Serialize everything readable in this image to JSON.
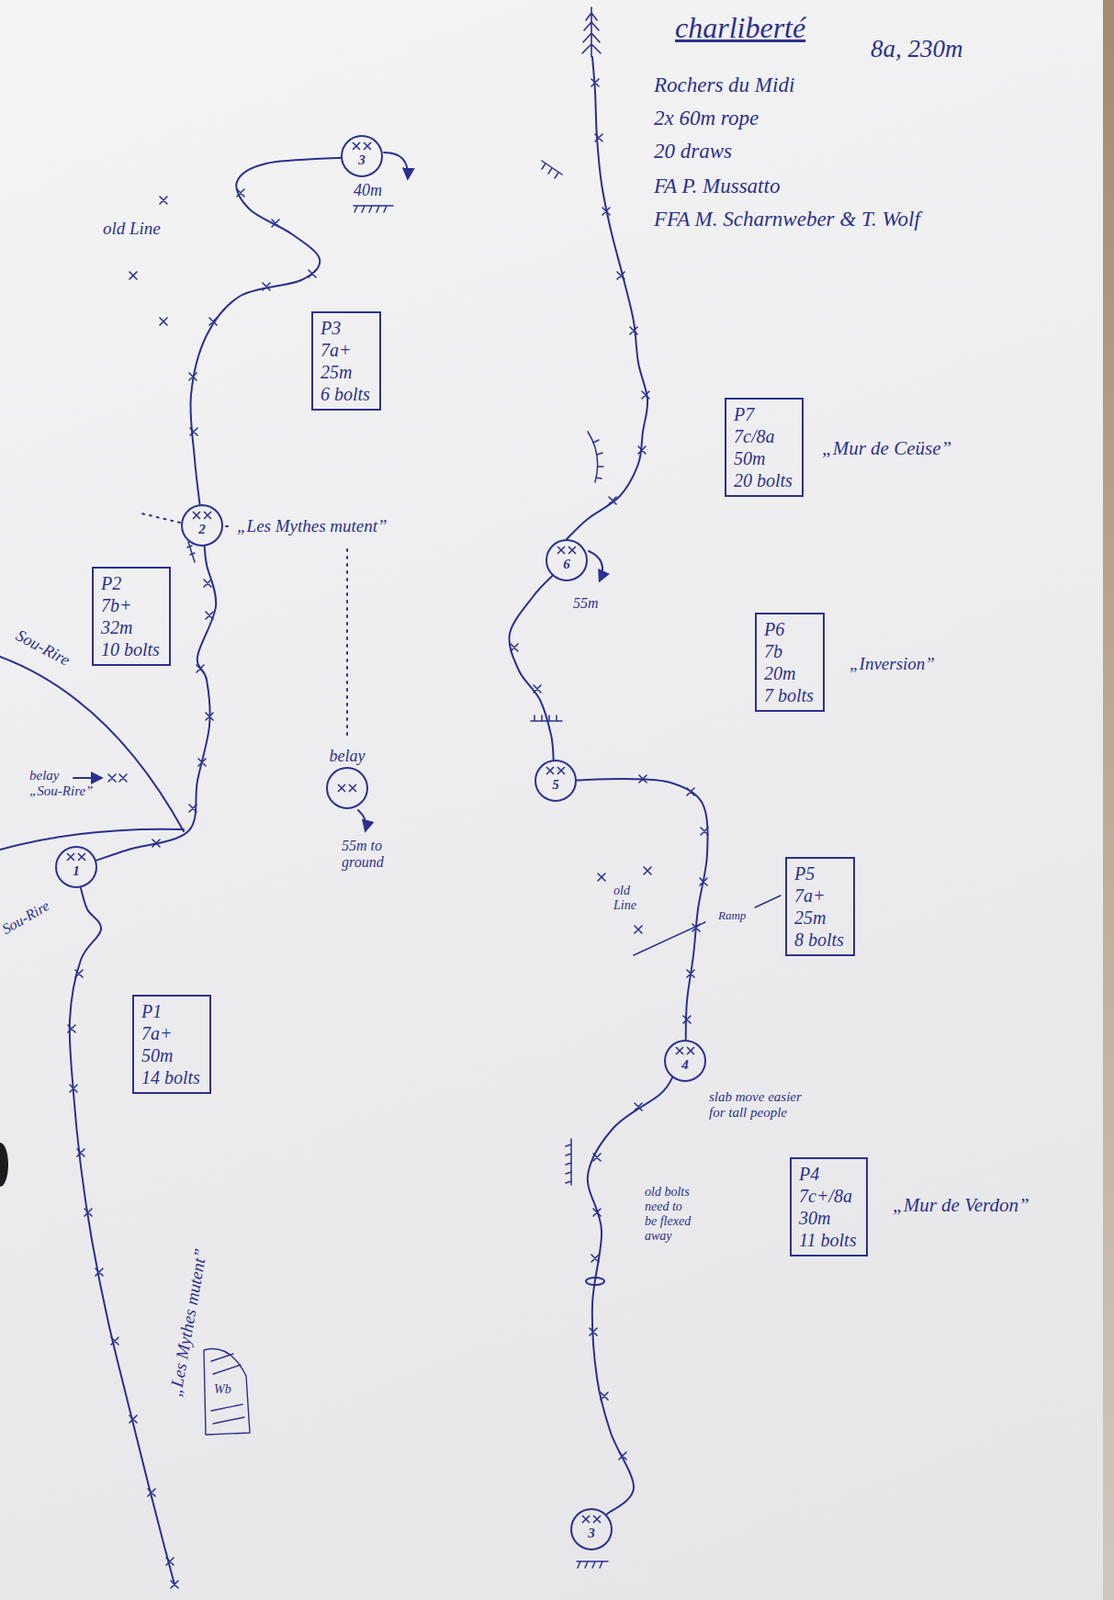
{
  "diagram": {
    "title": "charliberté",
    "nodes": [
      {
        "text": [
          "3"
        ]
      },
      {
        "text": [
          "P3",
          "7a+",
          "25m",
          "6 bolts"
        ]
      },
      {
        "text": [
          "2"
        ]
      },
      {
        "text": [
          "P2",
          "7b+",
          "32m",
          "10 bolts"
        ]
      },
      {
        "text": [
          "belay"
        ]
      },
      {
        "text": [
          "1"
        ]
      },
      {
        "text": [
          "P1",
          "7a+",
          "50m",
          "14 bolts"
        ]
      },
      {
        "text": [
          "6"
        ]
      },
      {
        "text": [
          "P7",
          "7c/8a",
          "50m",
          "20 bolts"
        ]
      },
      {
        "text": [
          "P6",
          "7b",
          "20m",
          "7 bolts"
        ]
      },
      {
        "text": [
          "5"
        ]
      },
      {
        "text": [
          "P5",
          "7a+",
          "25m",
          "8 bolts"
        ]
      },
      {
        "text": [
          "4"
        ]
      },
      {
        "text": [
          "P4",
          "7c+/8a",
          "30m",
          "11 bolts"
        ]
      },
      {
        "text": [
          "3"
        ]
      }
    ],
    "edges": [
      {
        "from": 5,
        "to": 2,
        "arrow": "none"
      },
      {
        "from": 2,
        "to": 0,
        "arrow": "none"
      },
      {
        "from": 14,
        "to": 12,
        "arrow": "none"
      },
      {
        "from": 12,
        "to": 10,
        "arrow": "none"
      },
      {
        "from": 10,
        "to": 7,
        "arrow": "none"
      }
    ],
    "labels": [
      "8a, 230m",
      "Rochers du Midi",
      "2x 60m rope",
      "20 draws",
      "FA P. Mussatto",
      "FFA M. Scharnweber & T. Wolf",
      "40m",
      "old Line",
      "„Les Mythes mutent”",
      "Sou-Rire",
      "belay „Sou-Rire”",
      "Sou-Rire",
      "55m to ground",
      "„Les Mythes mutent”",
      "Wb",
      "55m",
      "„Mur de Ceüse”",
      "„Inversion”",
      "old Line",
      "Ramp",
      "slab move easier for tall people",
      "old bolts need to be flexed away",
      "„Mur de Verdon”"
    ]
  }
}
